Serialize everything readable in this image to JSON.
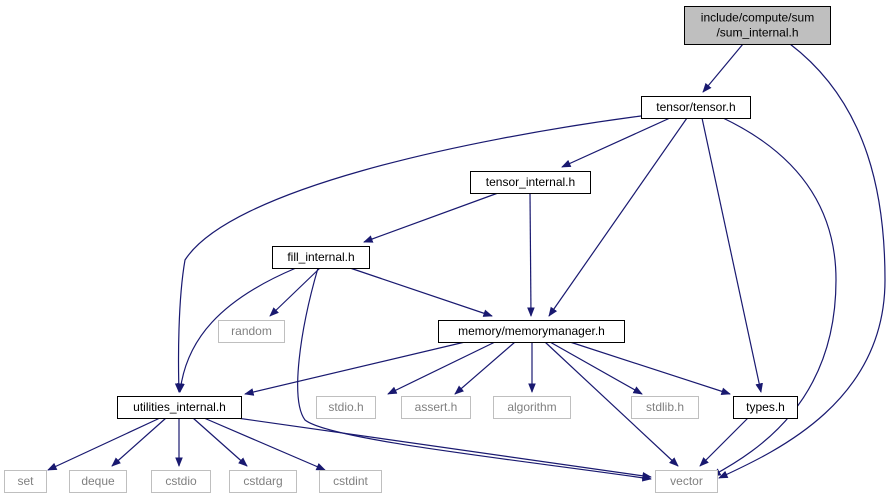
{
  "colors": {
    "edge": "#191970",
    "node_border": "#000000",
    "node_text": "#000000",
    "external_border": "#bfbfbf",
    "external_text": "#808080",
    "root_fill": "#bfbfbf",
    "node_fill": "#ffffff"
  },
  "nodes": [
    {
      "id": "sum_internal",
      "lines": [
        "include/compute/sum",
        "/sum_internal.h"
      ],
      "kind": "root"
    },
    {
      "id": "tensor",
      "lines": [
        "tensor/tensor.h"
      ],
      "kind": "internal"
    },
    {
      "id": "tensor_internal",
      "lines": [
        "tensor_internal.h"
      ],
      "kind": "internal"
    },
    {
      "id": "fill_internal",
      "lines": [
        "fill_internal.h"
      ],
      "kind": "internal"
    },
    {
      "id": "random",
      "lines": [
        "random"
      ],
      "kind": "external"
    },
    {
      "id": "memorymanager",
      "lines": [
        "memory/memorymanager.h"
      ],
      "kind": "internal"
    },
    {
      "id": "utilities_internal",
      "lines": [
        "utilities_internal.h"
      ],
      "kind": "internal"
    },
    {
      "id": "stdio",
      "lines": [
        "stdio.h"
      ],
      "kind": "external"
    },
    {
      "id": "assert",
      "lines": [
        "assert.h"
      ],
      "kind": "external"
    },
    {
      "id": "algorithm",
      "lines": [
        "algorithm"
      ],
      "kind": "external"
    },
    {
      "id": "stdlib",
      "lines": [
        "stdlib.h"
      ],
      "kind": "external"
    },
    {
      "id": "types",
      "lines": [
        "types.h"
      ],
      "kind": "internal"
    },
    {
      "id": "set",
      "lines": [
        "set"
      ],
      "kind": "external"
    },
    {
      "id": "deque",
      "lines": [
        "deque"
      ],
      "kind": "external"
    },
    {
      "id": "cstdio",
      "lines": [
        "cstdio"
      ],
      "kind": "external"
    },
    {
      "id": "cstdarg",
      "lines": [
        "cstdarg"
      ],
      "kind": "external"
    },
    {
      "id": "cstdint",
      "lines": [
        "cstdint"
      ],
      "kind": "external"
    },
    {
      "id": "vector",
      "lines": [
        "vector"
      ],
      "kind": "external"
    }
  ],
  "edges": [
    {
      "from": "sum_internal",
      "to": "tensor"
    },
    {
      "from": "sum_internal",
      "to": "vector"
    },
    {
      "from": "tensor",
      "to": "tensor_internal"
    },
    {
      "from": "tensor",
      "to": "utilities_internal"
    },
    {
      "from": "tensor",
      "to": "memorymanager"
    },
    {
      "from": "tensor",
      "to": "types"
    },
    {
      "from": "tensor",
      "to": "vector"
    },
    {
      "from": "tensor_internal",
      "to": "fill_internal"
    },
    {
      "from": "tensor_internal",
      "to": "memorymanager"
    },
    {
      "from": "fill_internal",
      "to": "random"
    },
    {
      "from": "fill_internal",
      "to": "memorymanager"
    },
    {
      "from": "fill_internal",
      "to": "utilities_internal"
    },
    {
      "from": "fill_internal",
      "to": "vector"
    },
    {
      "from": "memorymanager",
      "to": "utilities_internal"
    },
    {
      "from": "memorymanager",
      "to": "stdio"
    },
    {
      "from": "memorymanager",
      "to": "assert"
    },
    {
      "from": "memorymanager",
      "to": "algorithm"
    },
    {
      "from": "memorymanager",
      "to": "stdlib"
    },
    {
      "from": "memorymanager",
      "to": "types"
    },
    {
      "from": "memorymanager",
      "to": "vector"
    },
    {
      "from": "utilities_internal",
      "to": "set"
    },
    {
      "from": "utilities_internal",
      "to": "deque"
    },
    {
      "from": "utilities_internal",
      "to": "cstdio"
    },
    {
      "from": "utilities_internal",
      "to": "cstdarg"
    },
    {
      "from": "utilities_internal",
      "to": "cstdint"
    },
    {
      "from": "utilities_internal",
      "to": "vector"
    },
    {
      "from": "types",
      "to": "vector"
    }
  ]
}
